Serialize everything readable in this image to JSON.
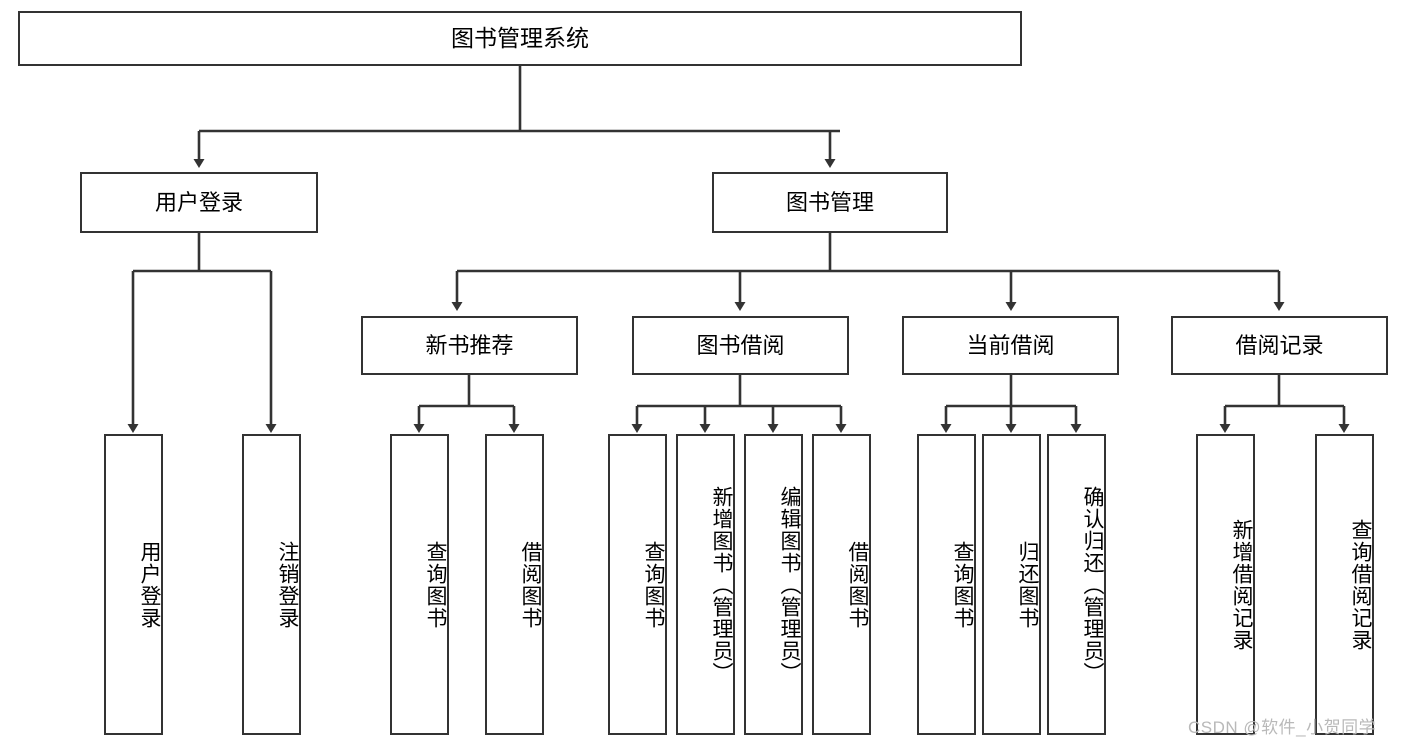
{
  "diagram": {
    "type": "tree-hierarchy",
    "title": "图书管理系统",
    "watermark": "CSDN @软件_小贺同学",
    "colors": {
      "border": "#333333",
      "background": "#ffffff",
      "text": "#000000",
      "watermark": "#b9b9b9"
    },
    "nodes": {
      "root": {
        "label": "图书管理系统"
      },
      "level2": [
        {
          "label": "用户登录"
        },
        {
          "label": "图书管理"
        }
      ],
      "level3": [
        {
          "label": "新书推荐"
        },
        {
          "label": "图书借阅"
        },
        {
          "label": "当前借阅"
        },
        {
          "label": "借阅记录"
        }
      ],
      "leaves_user_login": [
        {
          "label": "用户登录"
        },
        {
          "label": "注销登录"
        }
      ],
      "leaves_new_books": [
        {
          "label": "查询图书"
        },
        {
          "label": "借阅图书"
        }
      ],
      "leaves_borrow": [
        {
          "label": "查询图书"
        },
        {
          "label": "新增图书（管理员）"
        },
        {
          "label": "编辑图书（管理员）"
        },
        {
          "label": "借阅图书"
        }
      ],
      "leaves_current": [
        {
          "label": "查询图书"
        },
        {
          "label": "归还图书"
        },
        {
          "label": "确认归还（管理员）"
        }
      ],
      "leaves_records": [
        {
          "label": "新增借阅记录"
        },
        {
          "label": "查询借阅记录"
        }
      ]
    }
  }
}
